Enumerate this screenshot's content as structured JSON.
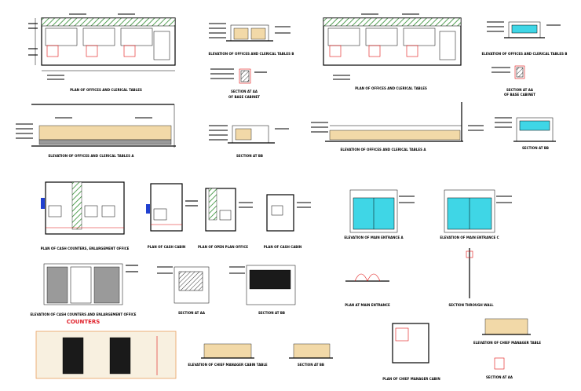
{
  "labels": {
    "plan_offices_clerical_1": "PLAN OF OFFICES AND CLERICAL TABLES",
    "elev_offices_clerical_tables_1": "ELEVATION OF OFFICES AND CLERICAL TABLES B",
    "section_aa_1": "SECTION AT AA",
    "section_aa_sub_1": "OF BASE CABINET",
    "plan_offices_clerical_2": "PLAN OF OFFICES AND CLERICAL TABLES",
    "elev_offices_clerical_tables_2": "ELEVATION OF OFFICES AND CLERICAL TABLES B",
    "section_aa_2": "SECTION AT AA",
    "section_aa_sub_2": "OF BASE CABINET",
    "elev_offices_clerical_area_1": "ELEVATION OF OFFICES AND CLERICAL TABLES A",
    "section_bb_1": "SECTION AT BB",
    "elev_offices_clerical_area_2": "ELEVATION OF OFFICES AND CLERICAL TABLES A",
    "section_bb_2": "SECTION AT BB",
    "plan_cash_counters": "PLAN OF CASH COUNTERS, ENLARGEMENT OFFICE",
    "plan_cash_cabin": "PLAN OF CASH CABIN",
    "plan_open_plan_office": "PLAN OF OPEN PLAN OFFICE",
    "plan_cash_cabin_2": "PLAN OF CASH CABIN",
    "elev_main_entrance_a": "ELEVATION OF MAIN ENTRANCE A",
    "elev_main_entrance_c": "ELEVATION OF MAIN ENTRANCE C",
    "plan_main_entrance": "PLAN AT MAIN ENTRANCE",
    "section_through_wall": "SECTION THROUGH WALL",
    "elev_cash_counters": "ELEVATION OF CASH COUNTERS AND ENLARGEMENT OFFICE",
    "counters_title": "COUNTERS",
    "section_a": "SECTION AT AA",
    "section_b": "SECTION AT BB",
    "elev_chief_manager": "ELEVATION OF CHIEF MANAGER CABIN TABLE",
    "section_bb_3": "SECTION AT BB",
    "plan_chief_manager": "PLAN OF CHIEF MANAGER CABIN",
    "elev_chief_manager_table": "ELEVATION OF CHIEF MANAGER TABLE",
    "section_aa_3": "SECTION AT AA"
  },
  "colors": {
    "accent_red": "#e01010",
    "glass_cyan": "#3fd6e6",
    "wood_beige": "#f2d9a8",
    "hatch_green": "#2e8b2e",
    "panel_border": "#e8a060"
  }
}
